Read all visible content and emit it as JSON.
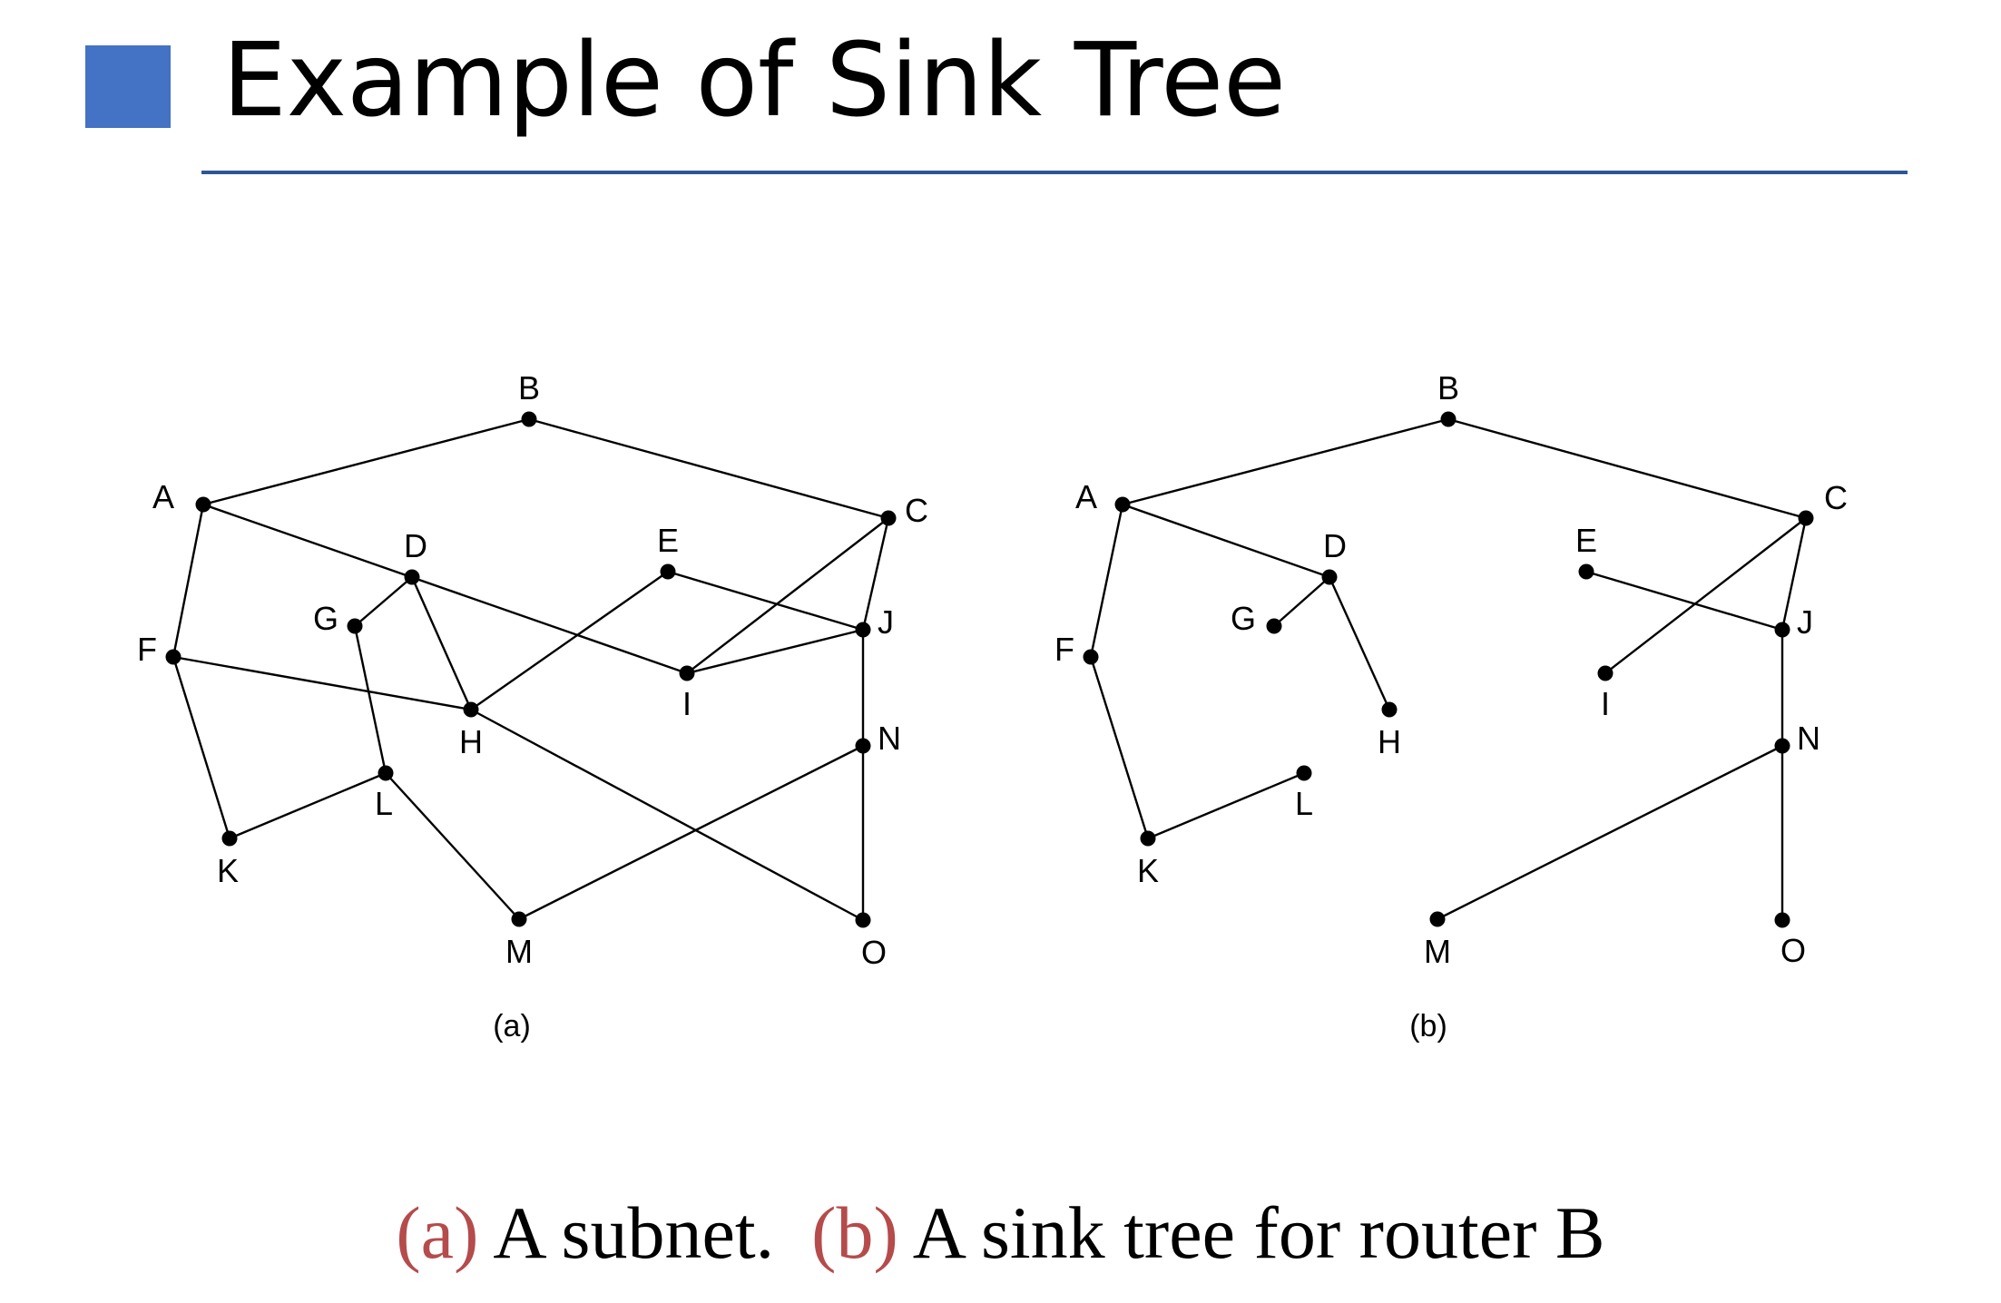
{
  "title": "Example of Sink Tree",
  "colors": {
    "title_square": "#4472C4",
    "title_rule": "#2F5597",
    "caption_tag": "#B54B4B",
    "edges": "#000000"
  },
  "panels": [
    {
      "label": "(a)",
      "nodes": [
        "A",
        "B",
        "C",
        "D",
        "E",
        "F",
        "G",
        "H",
        "I",
        "J",
        "K",
        "L",
        "M",
        "N",
        "O"
      ],
      "edges": [
        [
          "A",
          "B"
        ],
        [
          "B",
          "C"
        ],
        [
          "A",
          "F"
        ],
        [
          "A",
          "I"
        ],
        [
          "D",
          "G"
        ],
        [
          "D",
          "H"
        ],
        [
          "E",
          "H"
        ],
        [
          "E",
          "J"
        ],
        [
          "C",
          "I"
        ],
        [
          "C",
          "J"
        ],
        [
          "F",
          "H"
        ],
        [
          "F",
          "K"
        ],
        [
          "G",
          "L"
        ],
        [
          "I",
          "J"
        ],
        [
          "H",
          "O"
        ],
        [
          "K",
          "L"
        ],
        [
          "L",
          "M"
        ],
        [
          "M",
          "N"
        ],
        [
          "J",
          "N"
        ],
        [
          "N",
          "O"
        ]
      ]
    },
    {
      "label": "(b)",
      "nodes": [
        "A",
        "B",
        "C",
        "D",
        "E",
        "F",
        "G",
        "H",
        "I",
        "J",
        "K",
        "L",
        "M",
        "N",
        "O"
      ],
      "edges": [
        [
          "A",
          "B"
        ],
        [
          "B",
          "C"
        ],
        [
          "A",
          "F"
        ],
        [
          "A",
          "D"
        ],
        [
          "D",
          "G"
        ],
        [
          "D",
          "H"
        ],
        [
          "E",
          "J"
        ],
        [
          "C",
          "I"
        ],
        [
          "C",
          "J"
        ],
        [
          "F",
          "K"
        ],
        [
          "K",
          "L"
        ],
        [
          "J",
          "N"
        ],
        [
          "M",
          "N"
        ],
        [
          "N",
          "O"
        ]
      ]
    }
  ],
  "caption": {
    "a_tag": "(a)",
    "a_text": " A subnet.  ",
    "b_tag": "(b)",
    "b_text": " A sink tree for router B"
  }
}
